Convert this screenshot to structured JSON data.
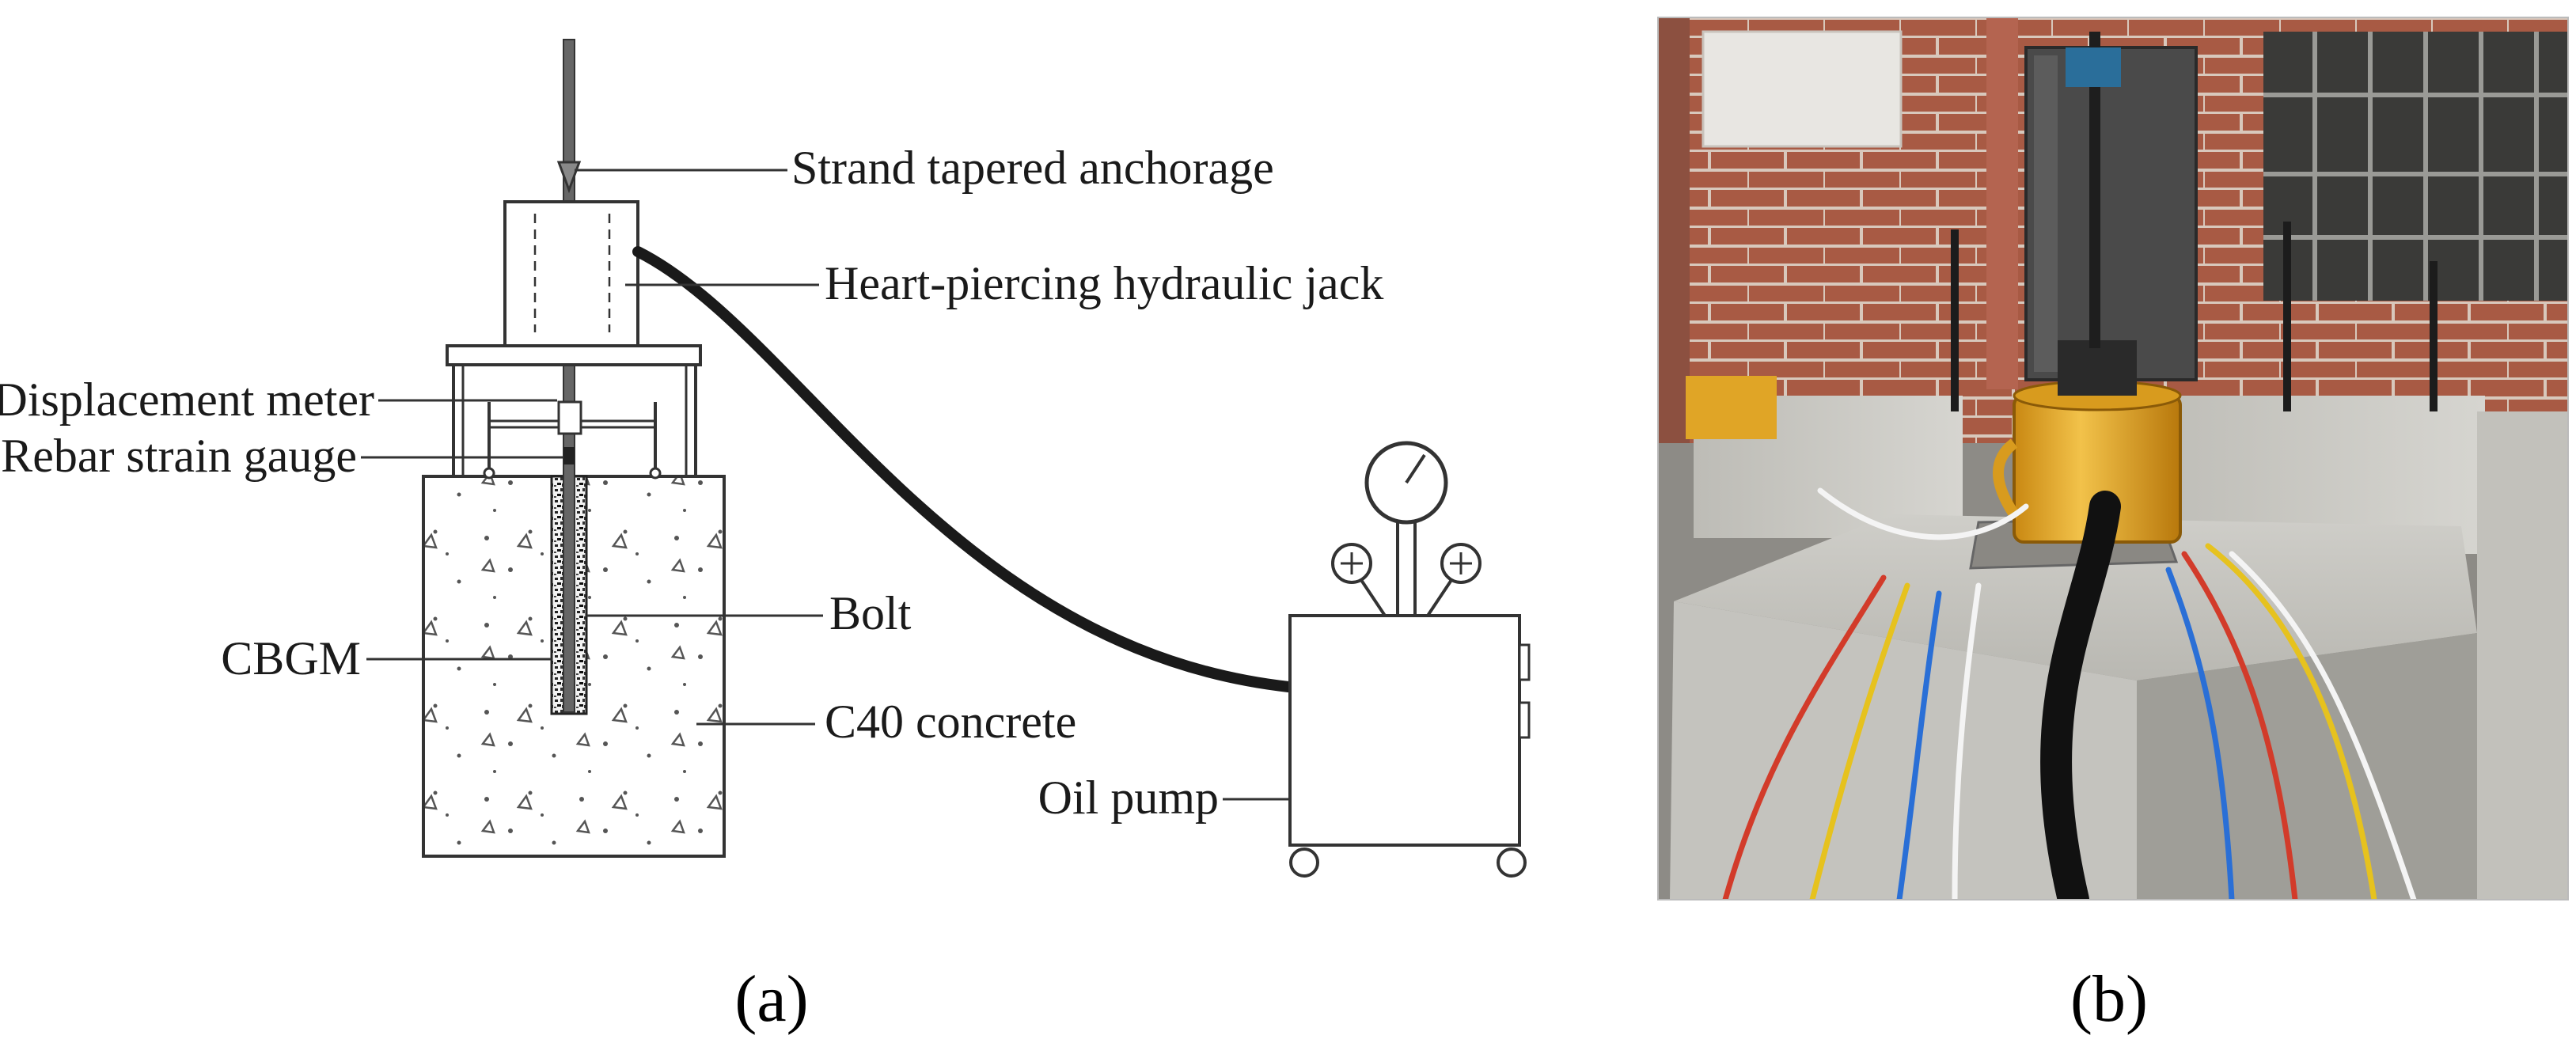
{
  "panel_a": {
    "labels": {
      "anchorage": "Strand tapered anchorage",
      "jack": "Heart-piercing hydraulic jack",
      "displacement": "Displacement meter",
      "strain": "Rebar strain gauge",
      "bolt": "Bolt",
      "cbgm": "CBGM",
      "concrete": "C40 concrete",
      "pump": "Oil pump"
    },
    "caption": "(a)"
  },
  "panel_b": {
    "caption": "(b)",
    "colors": {
      "brick": "#a85a44",
      "concrete": "#c9c8c3",
      "jack": "#e3a523",
      "steel_plate": "#4a4a4a"
    }
  }
}
